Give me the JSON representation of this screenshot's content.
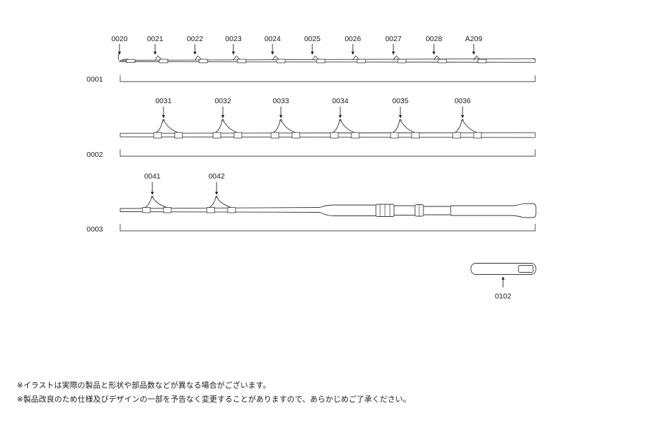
{
  "sections": [
    {
      "label": "0001",
      "guides": [
        {
          "label": "0020"
        },
        {
          "label": "0021"
        },
        {
          "label": "0022"
        },
        {
          "label": "0023"
        },
        {
          "label": "0024"
        },
        {
          "label": "0025"
        },
        {
          "label": "0026"
        },
        {
          "label": "0027"
        },
        {
          "label": "0028"
        },
        {
          "label": "A209"
        }
      ]
    },
    {
      "label": "0002",
      "guides": [
        {
          "label": "0031"
        },
        {
          "label": "0032"
        },
        {
          "label": "0033"
        },
        {
          "label": "0034"
        },
        {
          "label": "0035"
        },
        {
          "label": "0036"
        }
      ]
    },
    {
      "label": "0003",
      "guides": [
        {
          "label": "0041"
        },
        {
          "label": "0042"
        }
      ]
    }
  ],
  "cap": {
    "label": "0102"
  },
  "notes": {
    "line1": "※イラストは実際の製品と形状や部品数などが異なる場合がございます。",
    "line2": "※製品改良のため仕様及びデザインの一部を予告なく変更することがありますので、あらかじめご了承ください。"
  }
}
